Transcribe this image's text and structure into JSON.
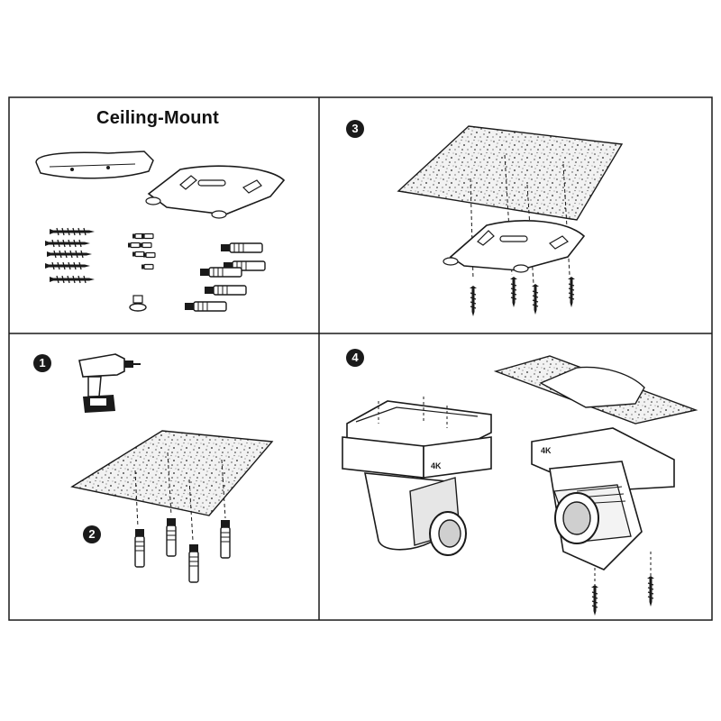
{
  "diagram": {
    "title": "Ceiling-Mount",
    "steps": [
      {
        "id": "step-1",
        "label": "1"
      },
      {
        "id": "step-2",
        "label": "2"
      },
      {
        "id": "step-3",
        "label": "3"
      },
      {
        "id": "step-4",
        "label": "4"
      }
    ],
    "camera_badge": "4K",
    "colors": {
      "ink": "#1a1a1a",
      "ceiling": "#9a9a9a",
      "paper": "#ffffff"
    }
  }
}
